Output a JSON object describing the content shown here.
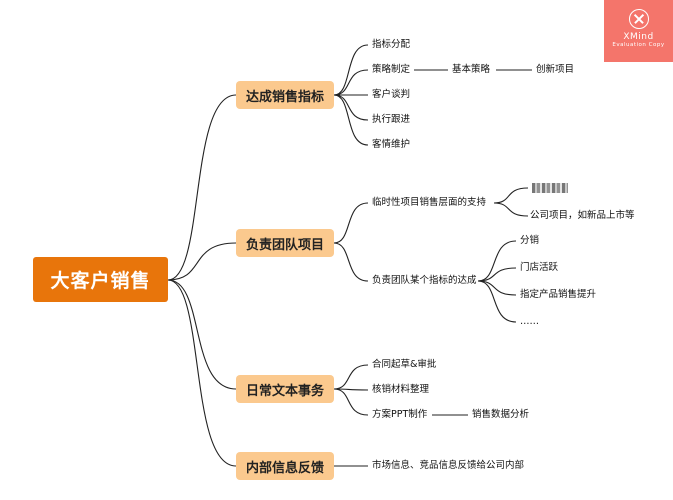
{
  "root": {
    "label": "大客户销售"
  },
  "branches": [
    {
      "label": "达成销售指标",
      "items": [
        "指标分配",
        "策略制定",
        "客户谈判",
        "执行跟进",
        "客情维护"
      ],
      "chain": [
        "基本策略",
        "创新项目"
      ]
    },
    {
      "label": "负责团队项目",
      "items": [
        "临时性项目销售层面的支持",
        "负责团队某个指标的达成"
      ],
      "support_children": [
        "公司项目，如新品上市等"
      ],
      "target_children": [
        "分销",
        "门店活跃",
        "指定产品销售提升",
        "……"
      ]
    },
    {
      "label": "日常文本事务",
      "items": [
        "合同起草&审批",
        "核销材料整理",
        "方案PPT制作"
      ],
      "chain": [
        "销售数据分析"
      ]
    },
    {
      "label": "内部信息反馈",
      "items": [
        "市场信息、竞品信息反馈给公司内部"
      ]
    }
  ],
  "watermark": {
    "title": "XMind",
    "subtitle": "Evaluation Copy"
  },
  "colors": {
    "root": "#e8750b",
    "branch": "#fbc98e",
    "line": "#222222",
    "watermark": "#f4756b"
  }
}
